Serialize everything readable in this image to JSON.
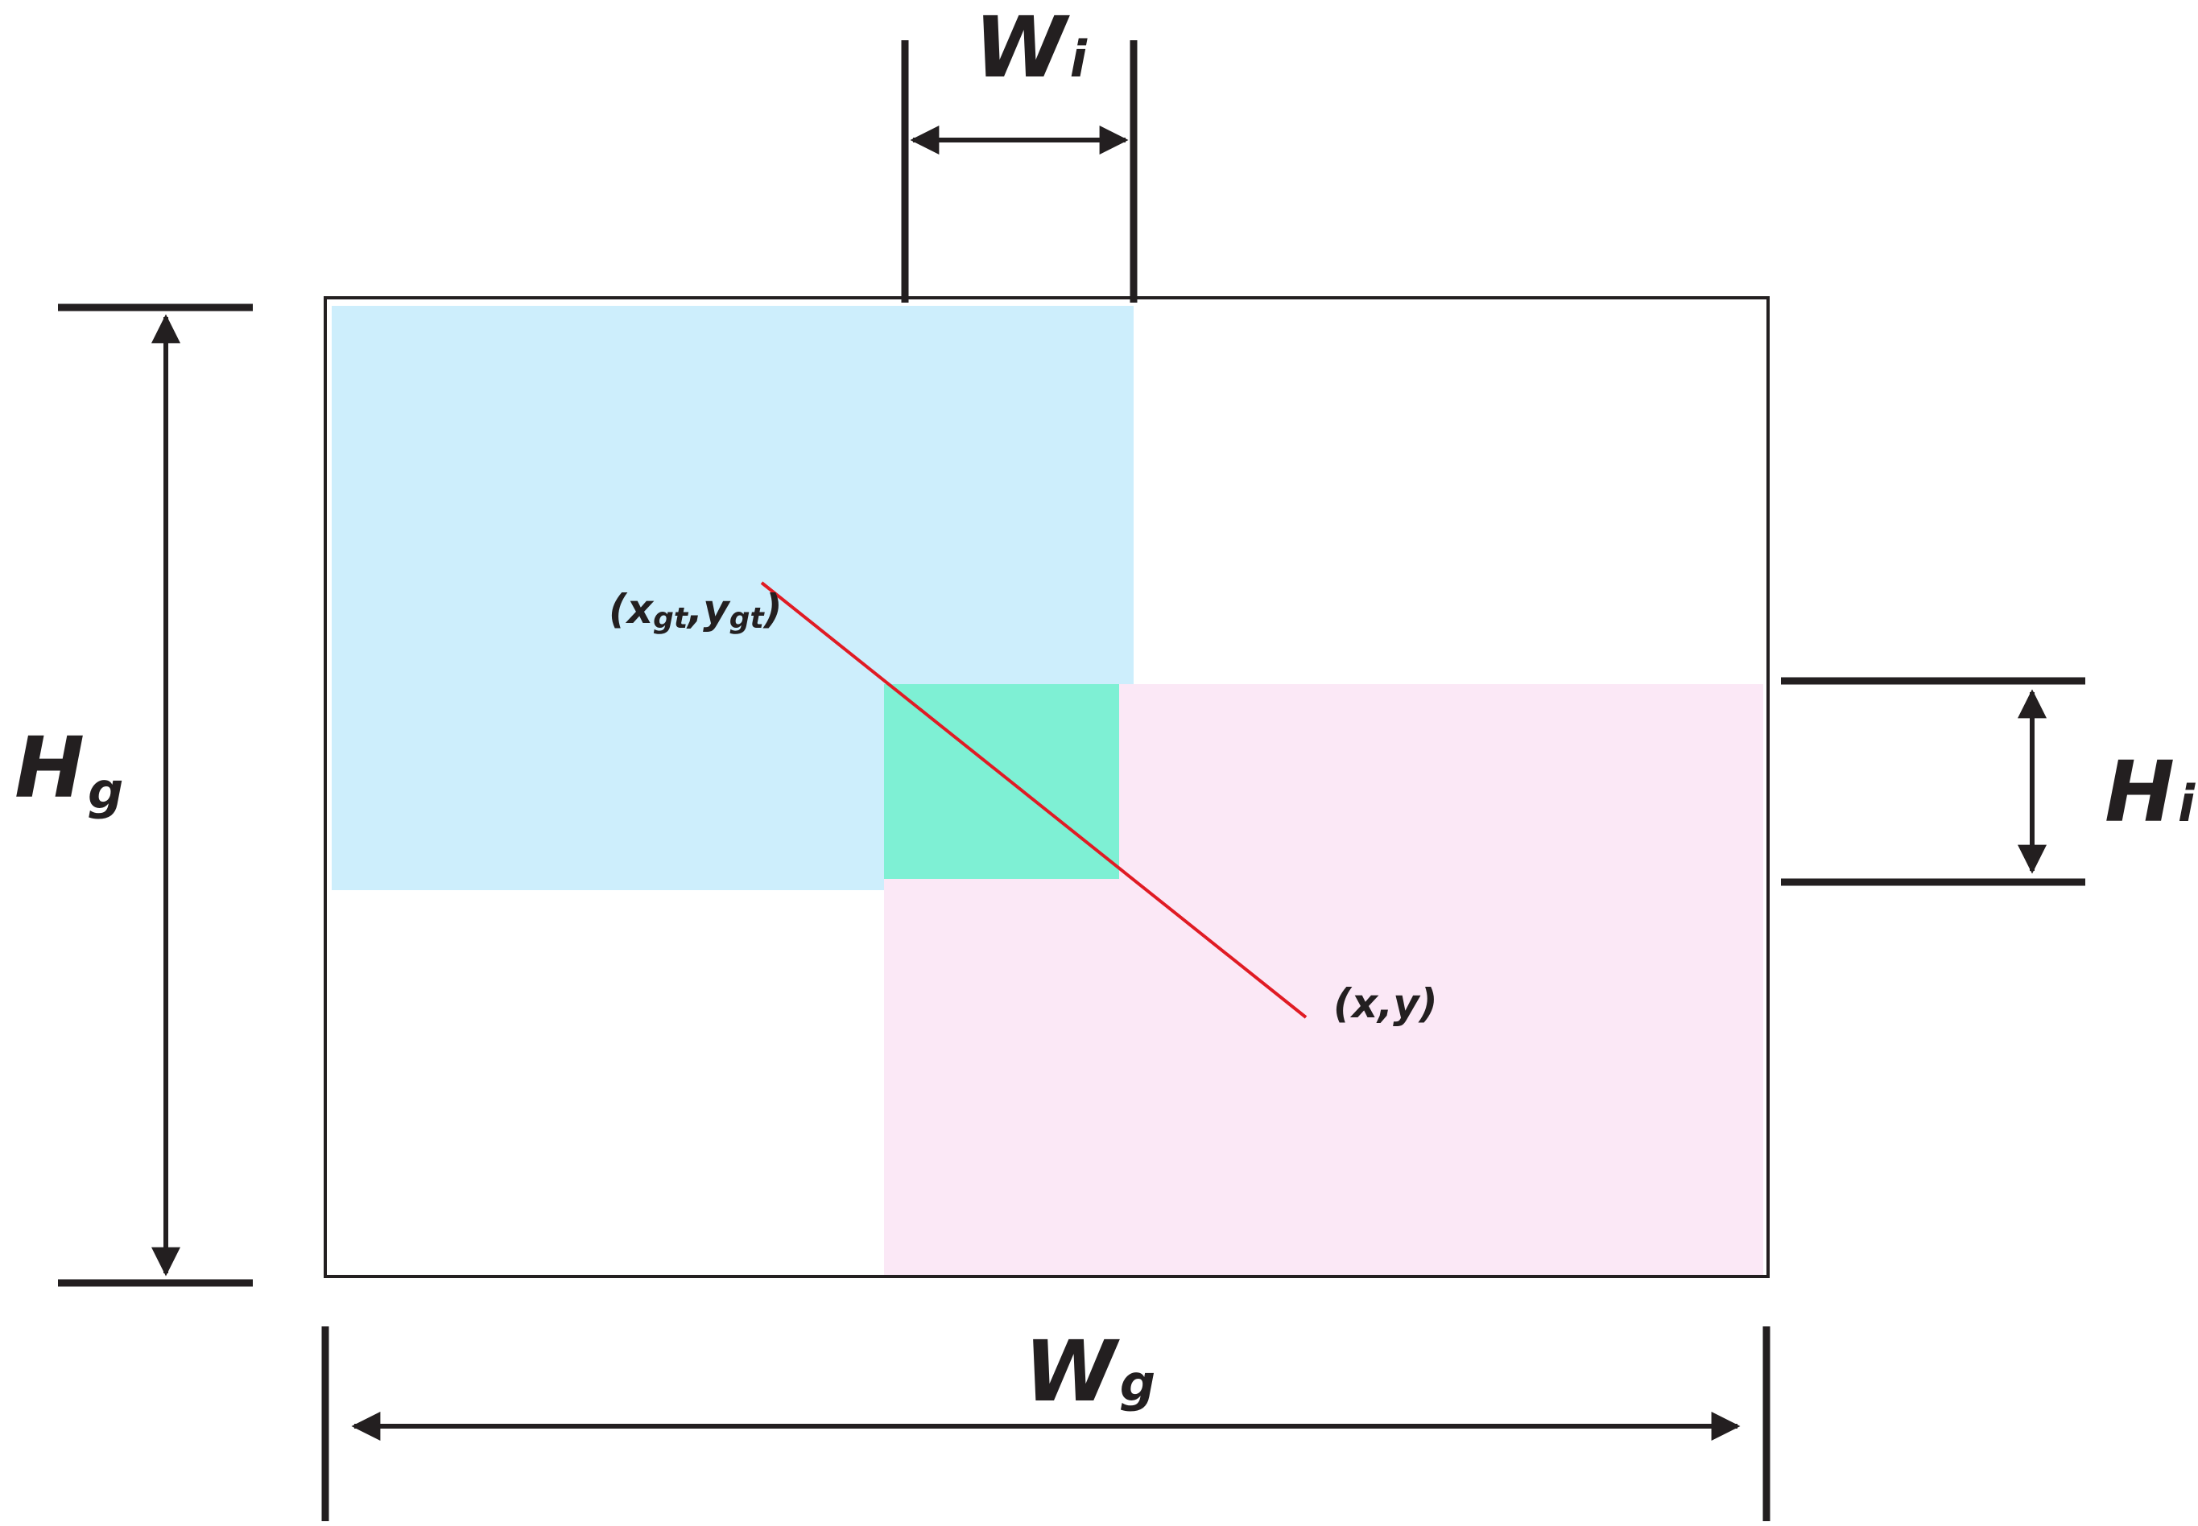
{
  "colors": {
    "frame": "#231f20",
    "ground_truth_box": "#cdeefc",
    "predicted_box": "#fbe8f6",
    "intersection": "#7ef0d4",
    "center_distance_line": "#e01b24"
  },
  "labels": {
    "wi": {
      "main": "W",
      "sub": "i"
    },
    "wg": {
      "main": "W",
      "sub": "g"
    },
    "hg": {
      "main": "H",
      "sub": "g"
    },
    "hi": {
      "main": "H",
      "sub": "i"
    },
    "gt_center": {
      "open": "(",
      "x": "x",
      "x_sub": "gt",
      "comma": ",",
      "y": "y",
      "y_sub": "gt",
      "close": ")"
    },
    "pred_center": {
      "text": "(x,y)"
    }
  }
}
